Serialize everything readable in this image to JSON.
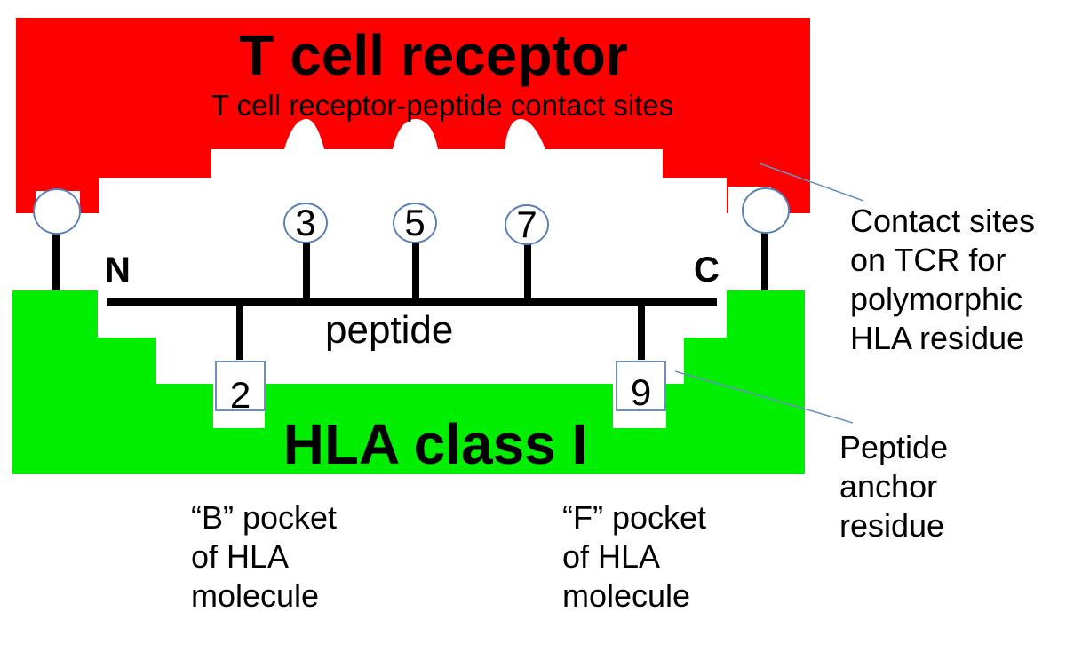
{
  "tcr": {
    "title": "T cell receptor",
    "subtitle": "T cell receptor-peptide contact sites",
    "color": "#ff0000"
  },
  "hla": {
    "title": "HLA class I",
    "color": "#00ee00"
  },
  "peptide": {
    "label": "peptide",
    "n_terminus": "N",
    "c_terminus": "C",
    "up_residues": [
      "3",
      "5",
      "7"
    ],
    "down_residues": [
      "2",
      "9"
    ]
  },
  "annotations": {
    "tcr_contact": [
      "Contact sites",
      "on TCR for",
      "polymorphic",
      "HLA residue"
    ],
    "anchor": [
      "Peptide",
      "anchor",
      "residue"
    ],
    "b_pocket": [
      "“B” pocket",
      "of HLA",
      "molecule"
    ],
    "f_pocket": [
      "“F” pocket",
      "of HLA",
      "molecule"
    ]
  },
  "colors": {
    "leader_line": "#6a8fc4",
    "circle_stroke": "#5b7fb8",
    "box_stroke": "#6a8fc4"
  }
}
